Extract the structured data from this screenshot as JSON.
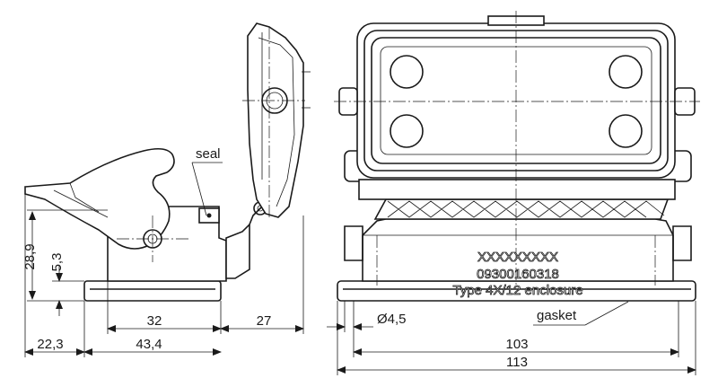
{
  "labels": {
    "seal": "seal",
    "gasket": "gasket",
    "product_code_x": "XXXXXXXXX",
    "part_number": "09300160318",
    "type_rating": "Type 4X/12 enclosure"
  },
  "dimensions": {
    "height_28_9": "28,9",
    "height_5_3": "5,3",
    "width_32": "32",
    "width_27": "27",
    "width_22_3": "22,3",
    "width_43_4": "43,4",
    "hole_dia": "Ø4,5",
    "width_103": "103",
    "width_113": "113"
  }
}
